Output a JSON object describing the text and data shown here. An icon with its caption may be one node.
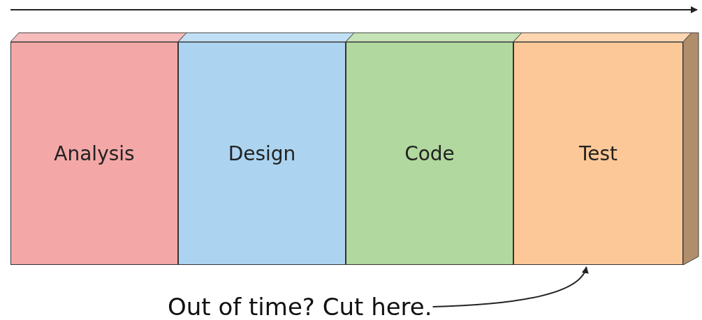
{
  "diagram": {
    "nodes": [
      {
        "text": [
          "Analysis"
        ]
      },
      {
        "text": [
          "Design"
        ]
      },
      {
        "text": [
          "Code"
        ]
      },
      {
        "text": [
          "Test"
        ]
      },
      {
        "text": [
          "Out of time? Cut here."
        ]
      }
    ],
    "edges": [
      {
        "from": 4,
        "to": 3,
        "arrow": "to"
      }
    ]
  }
}
